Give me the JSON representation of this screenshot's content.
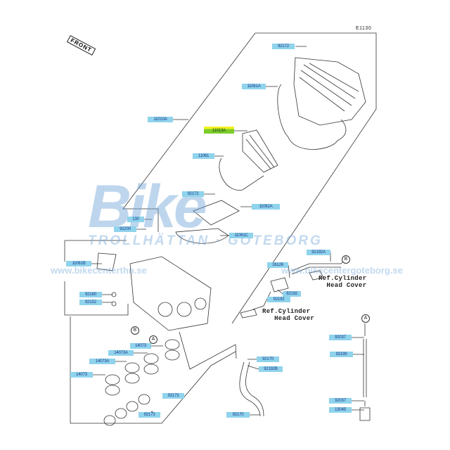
{
  "diagram": {
    "code": "E1130",
    "front_label": "FRONT",
    "labels": {
      "l92172a": "92172",
      "l11061A": "11061A",
      "l11010A": "11010A",
      "l11013A": "11013A",
      "l11061": "11061",
      "l92172b": "92172",
      "l11062A": "11062A",
      "l130": "130",
      "l92200": "92200",
      "l11061C": "11061C",
      "l11061B": "11061B",
      "l92192A": "92192A",
      "l16126": "16126",
      "l92160": "92160",
      "l92152": "92152",
      "l92192a": "92192",
      "l92192b": "92192",
      "l14073a": "14073",
      "l14073Aa": "14073A",
      "l14073Ab": "14073A",
      "l14073b": "14073",
      "l92170a": "92170",
      "l92192B": "92192B",
      "l92173a": "92173",
      "l92173b": "92173",
      "l92170b": "92170",
      "l92037a": "92037",
      "l92199": "92199",
      "l92037b": "92037",
      "l13045": "13045"
    },
    "ref1": "Ref.Cylinder\n  Head Cover",
    "ref2": "Ref.Cylinder\n   Head Cover",
    "markers": {
      "A": "A",
      "B": "B"
    },
    "highlight_color": "#7ccc2a",
    "label_color": "#8fd3ec"
  },
  "watermark": {
    "logo": "Bike",
    "city": "TROLLHÄTTAN · GÖTEBORG",
    "url1": "www.bikecenterthn.se",
    "url2": "www.bikecentergoteborg.se"
  }
}
